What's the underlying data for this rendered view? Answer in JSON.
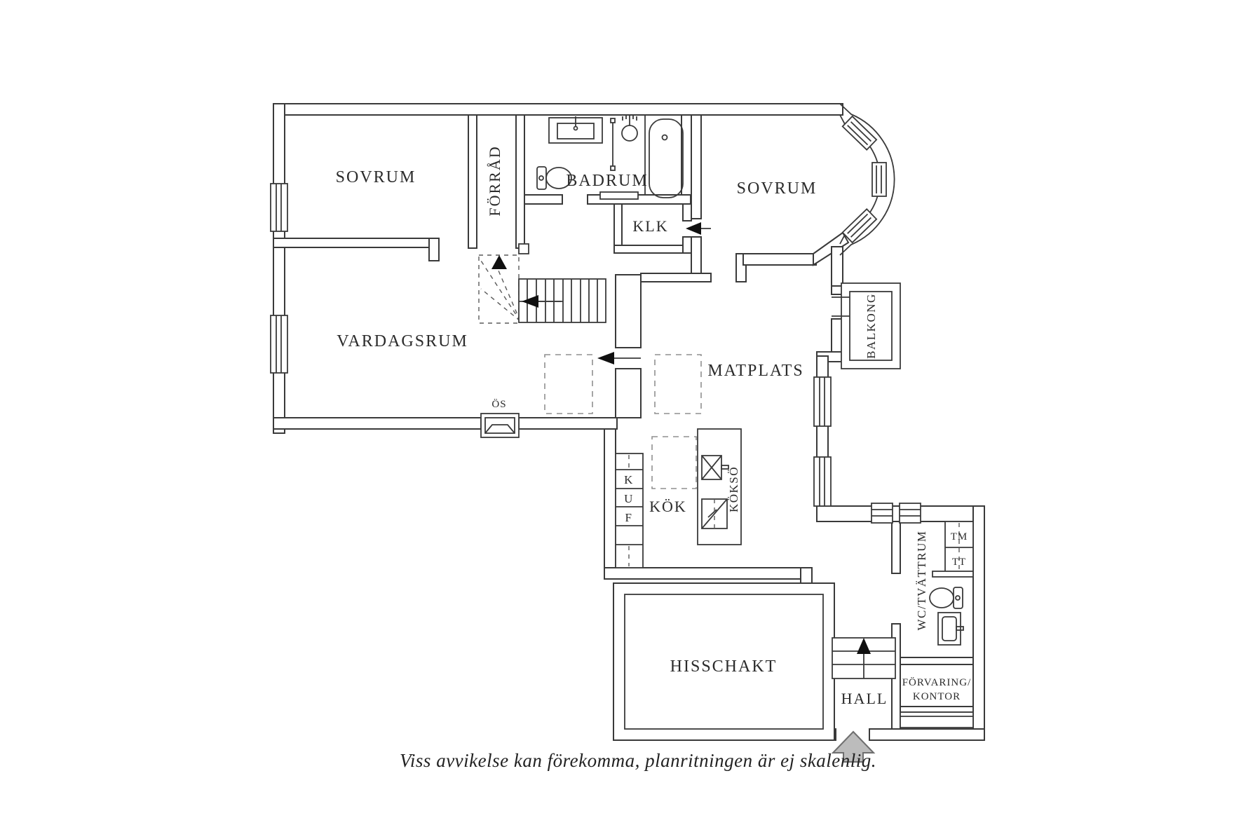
{
  "plan": {
    "rooms": {
      "sovrum_left": "SOVRUM",
      "sovrum_right": "SOVRUM",
      "forrad": "FÖRRÅD",
      "badrum": "BADRUM",
      "klk": "KLK",
      "balkong": "BALKONG",
      "vardagsrum": "VARDAGSRUM",
      "matplats": "MATPLATS",
      "kok": "KÖK",
      "kokso": "KÖKSÖ",
      "hisschakt": "HISSCHAKT",
      "wc_tvattrum": "WC/TVÄTTRUM",
      "hall": "HALL",
      "forvaring_kontor_line1": "FÖRVARING/",
      "forvaring_kontor_line2": "KONTOR"
    },
    "fixtures": {
      "os": "ÖS",
      "tm": "TM",
      "tt": "TT",
      "cabinet_k": "K",
      "cabinet_u": "U",
      "cabinet_f": "F"
    },
    "caption": "Viss avvikelse kan förekomma, planritningen är ej skalenlig.",
    "colors": {
      "background": "#ffffff",
      "wall_line": "#3a3a3a",
      "text": "#2b2b2b",
      "dashed_furniture": "#8f8f8f",
      "arrow_black": "#101010",
      "entry_arrow_fill": "#bcbcbc",
      "entry_arrow_stroke": "#6f6f6f"
    }
  }
}
